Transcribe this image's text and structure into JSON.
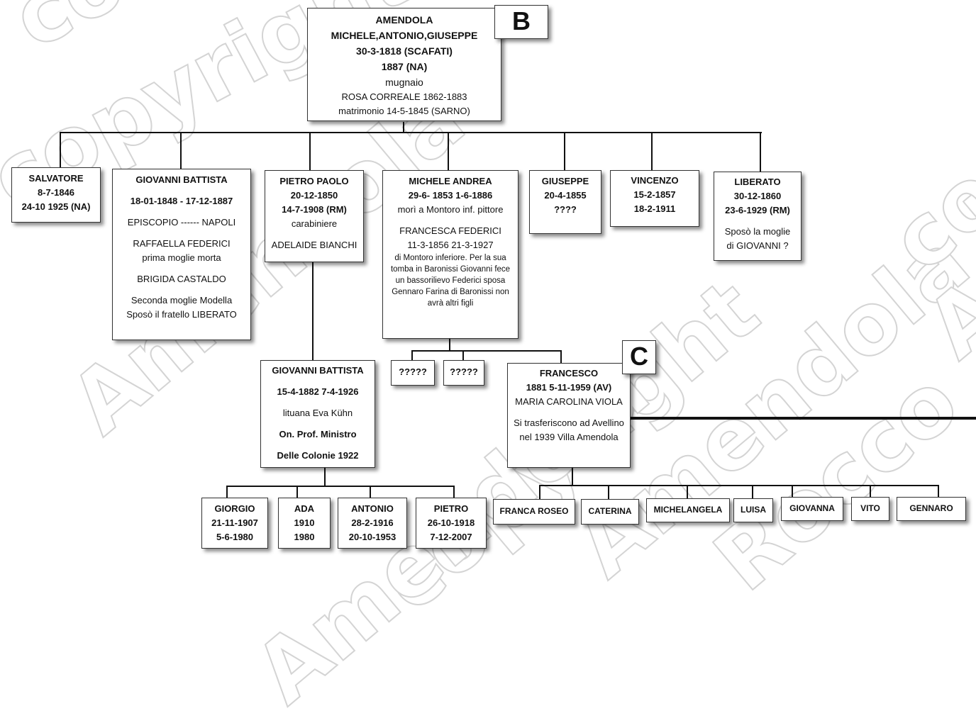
{
  "watermarks": [
    {
      "id": "w1",
      "text": "copyright"
    },
    {
      "id": "w2",
      "text": "Amendola"
    },
    {
      "id": "w3",
      "text": "copyright"
    },
    {
      "id": "w4",
      "text": "Amendola Rocco"
    },
    {
      "id": "w5",
      "text": "Rocco"
    },
    {
      "id": "w6",
      "text": "copyright"
    },
    {
      "id": "w7",
      "text": "Amendola"
    },
    {
      "id": "w8",
      "text": "Am"
    },
    {
      "id": "w9",
      "text": "co"
    }
  ],
  "tags": {
    "b": "B",
    "c": "C"
  },
  "root": {
    "surname": "AMENDOLA",
    "names": "MICHELE,ANTONIO,GIUSEPPE",
    "birth": "30-3-1818  (SCAFATI)",
    "death": "1887    (NA)",
    "job": "mugnaio",
    "spouse": "ROSA  CORREALE      1862-1883",
    "marriage": "matrimonio 14-5-1845 (SARNO)"
  },
  "children": {
    "salvatore": {
      "name": "SALVATORE",
      "birth": "8-7-1846",
      "death": "24-10 1925 (NA)"
    },
    "giovanni": {
      "name": "GIOVANNI  BATTISTA",
      "dates": "18-01-1848  -  17-12-1887",
      "place": "EPISCOPIO ------  NAPOLI",
      "wife1": "RAFFAELLA FEDERICI",
      "wife1_note": "prima moglie morta",
      "wife2": "BRIGIDA  CASTALDO",
      "note1": "Seconda moglie Modella",
      "note2": "Sposò il fratello LIBERATO"
    },
    "pietro": {
      "name": "PIETRO  PAOLO",
      "birth": "20-12-1850",
      "death": "14-7-1908  (RM)",
      "job": "carabiniere",
      "spouse": "ADELAIDE BIANCHI"
    },
    "michele": {
      "name": "MICHELE  ANDREA",
      "dates": "29-6- 1853    1-6-1886",
      "note": "morì a Montoro inf. pittore",
      "spouse": "FRANCESCA FEDERICI",
      "spouse_dates": "11-3-1856   21-3-1927",
      "story": "di Montoro inferiore.     Per la sua tomba in Baronissi Giovanni fece un bassorilievo Federici sposa Gennaro Farina di Baronissi non avrà altri figli"
    },
    "giuseppe": {
      "name": "GIUSEPPE",
      "birth": "20-4-1855",
      "death": "????"
    },
    "vincenzo": {
      "name": "VINCENZO",
      "birth": "15-2-1857",
      "death": "18-2-1911"
    },
    "liberato": {
      "name": "LIBERATO",
      "birth": "30-12-1860",
      "death": "23-6-1929 (RM)",
      "note1": "Sposò la moglie",
      "note2": "di GIOVANNI ?"
    }
  },
  "gb2": {
    "name": "GIOVANNI  BATTISTA",
    "dates": "15-4-1882     7-4-1926",
    "spouse": "lituana Eva Kühn",
    "title": "On. Prof. Ministro",
    "title2": "Delle Colonie 1922"
  },
  "unknown": [
    "?????",
    "?????"
  ],
  "francesco": {
    "name": "FRANCESCO",
    "dates": "1881     5-11-1959  (AV)",
    "spouse": "MARIA CAROLINA VIOLA",
    "note": "Si trasferiscono ad Avellino nel 1939 Villa Amendola"
  },
  "grandchildren": {
    "giorgio": {
      "name": "GIORGIO",
      "birth": "21-11-1907",
      "death": "5-6-1980"
    },
    "ada": {
      "name": "ADA",
      "birth": "1910",
      "death": "1980"
    },
    "antonio": {
      "name": "ANTONIO",
      "birth": "28-2-1916",
      "death": "20-10-1953"
    },
    "pietro": {
      "name": "PIETRO",
      "birth": "26-10-1918",
      "death": "7-12-2007"
    }
  },
  "francesco_children": [
    "FRANCA ROSEO",
    "CATERINA",
    "MICHELANGELA",
    "LUISA",
    "GIOVANNA",
    "VITO",
    "GENNARO"
  ]
}
